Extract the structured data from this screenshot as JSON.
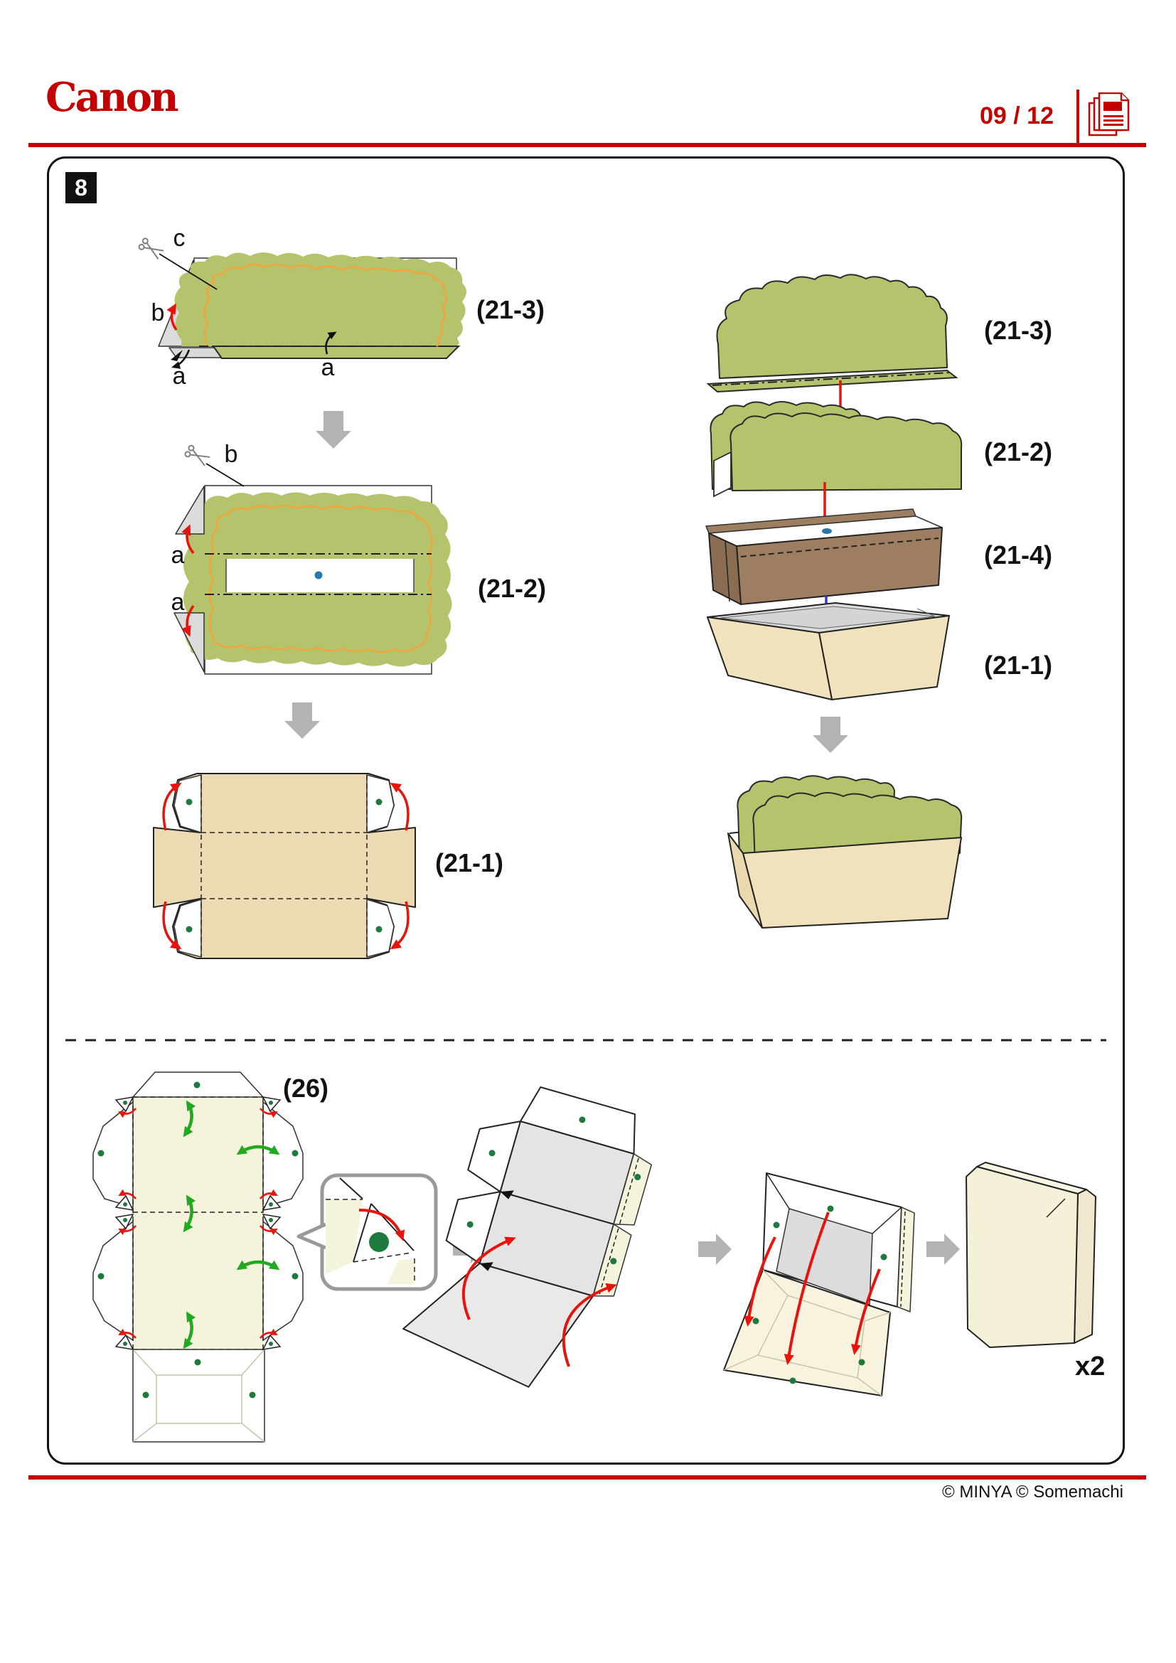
{
  "header": {
    "brand": "Canon",
    "page_indicator": "09 / 12"
  },
  "step_number": "8",
  "parts": {
    "p21_3": "(21-3)",
    "p21_2": "(21-2)",
    "p21_1": "(21-1)",
    "p21_4": "(21-4)",
    "p26": "(26)"
  },
  "fold_labels": {
    "a": "a",
    "b": "b",
    "c": "c"
  },
  "quantity_note": "x2",
  "footer": {
    "copyright": "© MINYA  © Somemachi"
  },
  "colors": {
    "brand_red": "#c40000",
    "arrow_red": "#e8140c",
    "arrow_orange_red": "#e2622a",
    "arrow_blue": "#3838cf",
    "arrow_violet": "#5b4be0",
    "arrow_green": "#1faa1f",
    "guide_gray": "#b3b3b3",
    "lettuce_green": "#b4c46d",
    "lettuce_outline_orange": "#f2a33c",
    "cardboard_tan": "#ecdbb2",
    "tray_cream": "#f0e2bc",
    "template_ivory": "#f6f3dd",
    "box_brown": "#9d7e61",
    "box_brown_dark": "#8a6c52",
    "flap_gray": "#dcdcdc",
    "dot_green": "#1e7a3c",
    "dot_blue": "#2878ab"
  }
}
